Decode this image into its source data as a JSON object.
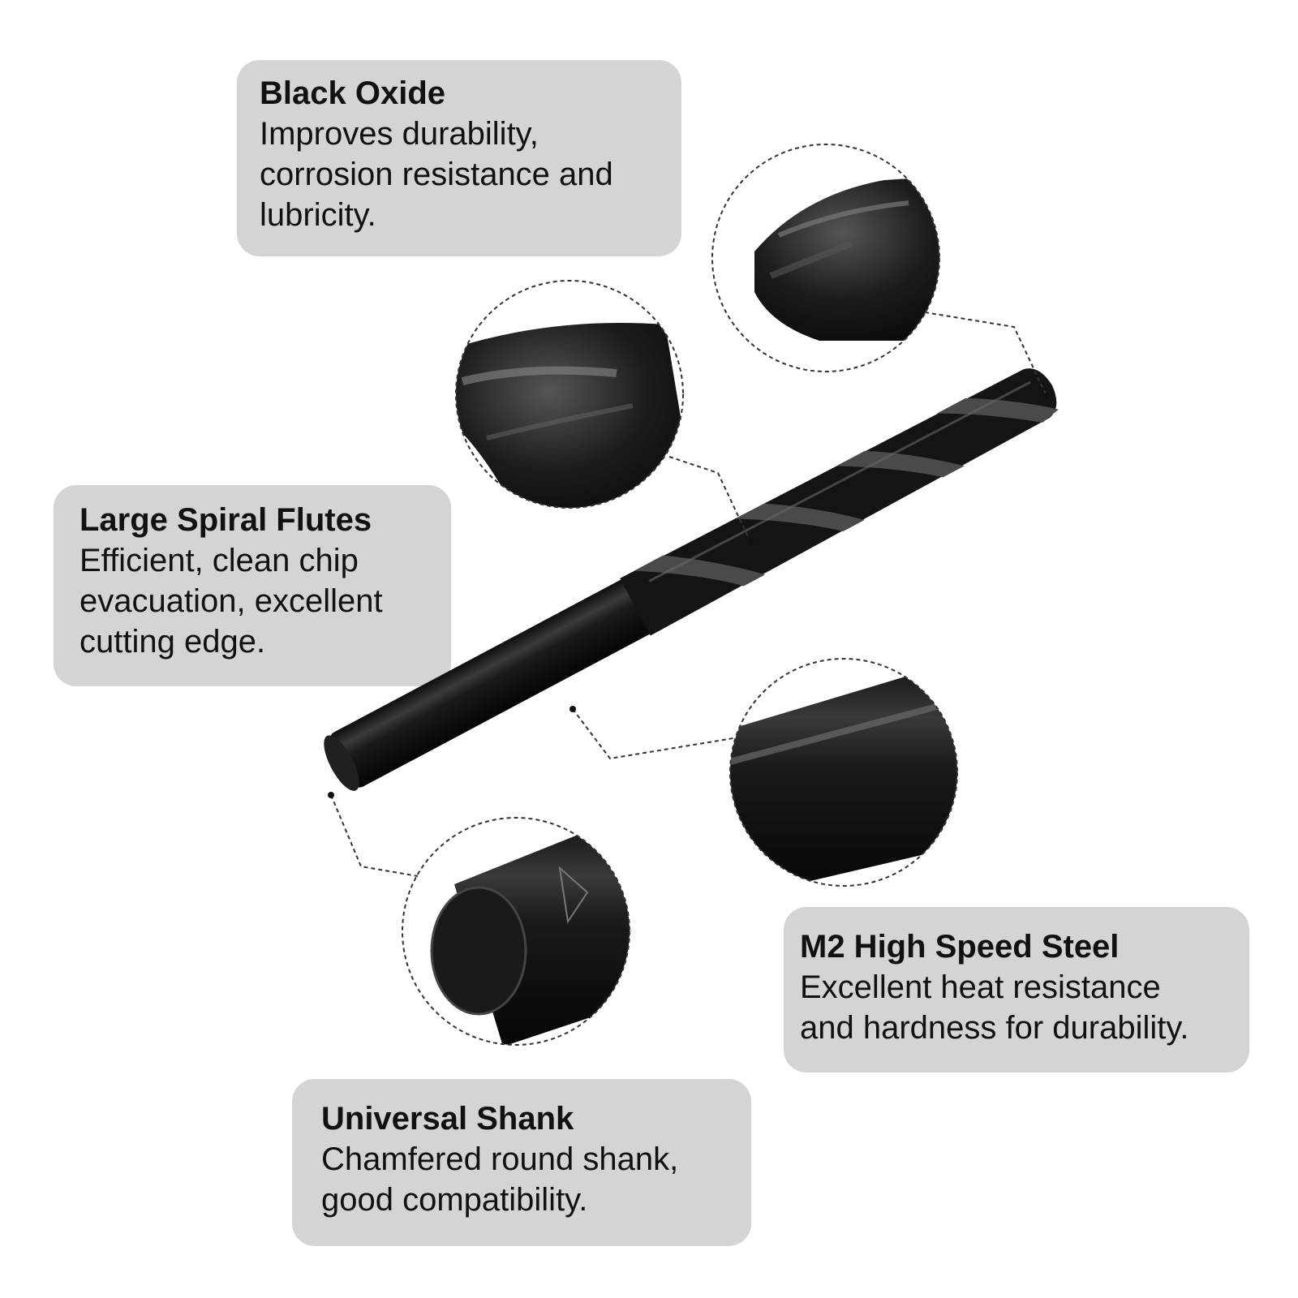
{
  "callouts": {
    "black_oxide": {
      "title": "Black Oxide",
      "lines": [
        "Improves durability,",
        "corrosion resistance and",
        "lubricity."
      ]
    },
    "spiral_flutes": {
      "title": "Large Spiral Flutes",
      "lines": [
        "Efficient, clean chip",
        "evacuation, excellent",
        "cutting edge."
      ]
    },
    "m2_steel": {
      "title": "M2 High Speed Steel",
      "lines": [
        "Excellent heat resistance",
        "and hardness for durability."
      ]
    },
    "universal_shank": {
      "title": "Universal Shank",
      "lines": [
        "Chamfered round shank,",
        "good compatibility."
      ]
    }
  },
  "colors": {
    "card_background": "#d4d4d4",
    "text": "#111111",
    "drill_body": "#1a1a1a",
    "drill_highlight": "#5a5a5a",
    "leader_line": "#333333"
  },
  "icons": {
    "product": "drill-bit-icon",
    "detail_tip": "drill-tip-closeup-icon",
    "detail_flute": "flute-closeup-icon",
    "detail_shank_body": "shank-body-closeup-icon",
    "detail_shank_end": "shank-end-closeup-icon"
  }
}
